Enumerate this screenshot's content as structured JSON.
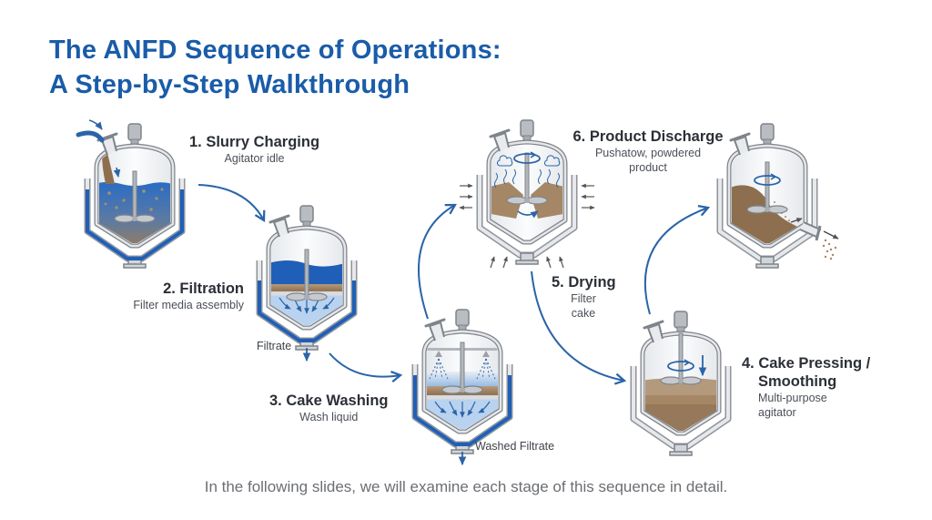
{
  "title": {
    "line1": "The ANFD Sequence of Operations:",
    "line2": "A Step-by-Step Walkthrough"
  },
  "colors": {
    "title": "#1a5ca8",
    "arrow": "#2a64a8",
    "vessel_steel": "#c7cace",
    "liquid_blue": "#1f5fb8",
    "cake_brown": "#9c7d5a"
  },
  "steps": [
    {
      "number": "1.",
      "name": "Slurry Charging",
      "heading": "1. Slurry Charging",
      "note": "Agitator idle",
      "icon": "vessel-slurry-charging"
    },
    {
      "number": "2.",
      "name": "Filtration",
      "heading": "2. Filtration",
      "note": "Filter media assembly",
      "icon": "vessel-filtration",
      "outlet_label": "Filtrate"
    },
    {
      "number": "3.",
      "name": "Cake Washing",
      "heading": "3. Cake Washing",
      "note": "Wash liquid",
      "icon": "vessel-cake-washing",
      "outlet_label": "Washed Filtrate"
    },
    {
      "number": "4.",
      "name": "Cake Pressing / Smoothing",
      "heading_line1": "4. Cake Pressing /",
      "heading_line2": "Smoothing",
      "note_line1": "Multi-purpose",
      "note_line2": "agitator",
      "icon": "vessel-cake-pressing"
    },
    {
      "number": "5.",
      "name": "Drying",
      "heading": "5. Drying",
      "note_line1": "Filter",
      "note_line2": "cake",
      "icon": "vessel-drying"
    },
    {
      "number": "6.",
      "name": "Product Discharge",
      "heading": "6. Product Discharge",
      "note_line1": "Pushatow, powdered",
      "note_line2": "product",
      "icon": "vessel-product-discharge"
    }
  ],
  "footer": "In the following slides, we will examine each stage of this sequence in detail."
}
